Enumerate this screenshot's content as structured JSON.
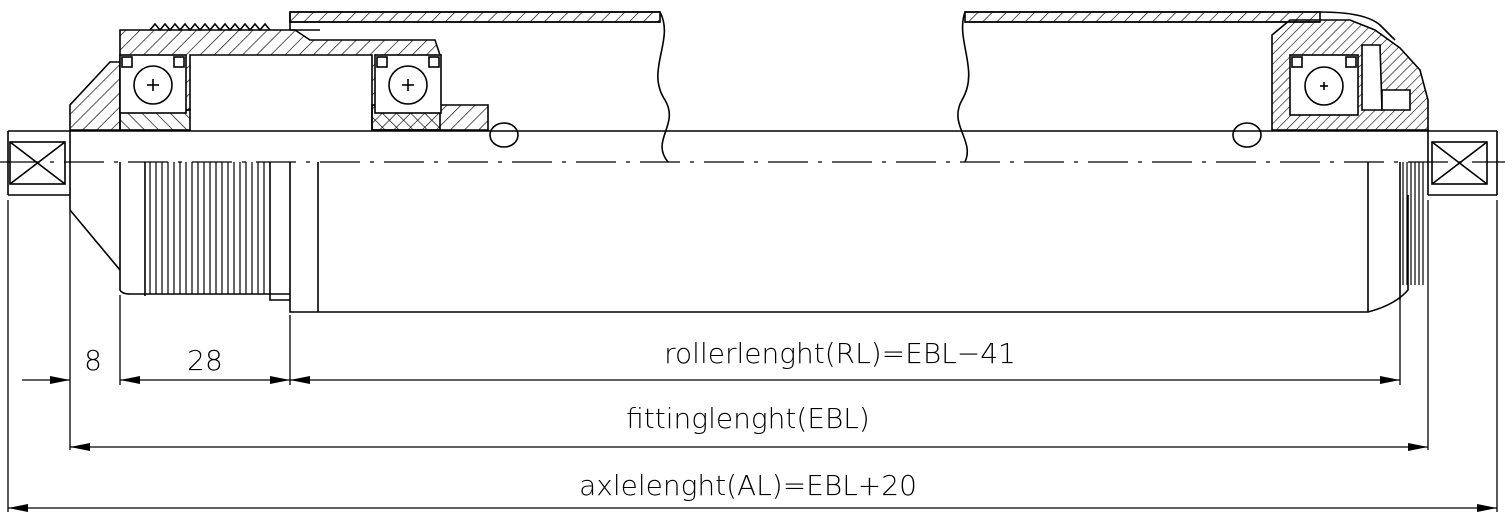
{
  "dimensions": {
    "dim_8": "8",
    "dim_28": "28",
    "roller_length": "rollerlenght(RL)=EBL−41",
    "fitting_length": "fittinglenght(EBL)",
    "axle_length": "axlelenght(AL)=EBL+20"
  },
  "colors": {
    "line": "#000000",
    "background": "#ffffff"
  }
}
